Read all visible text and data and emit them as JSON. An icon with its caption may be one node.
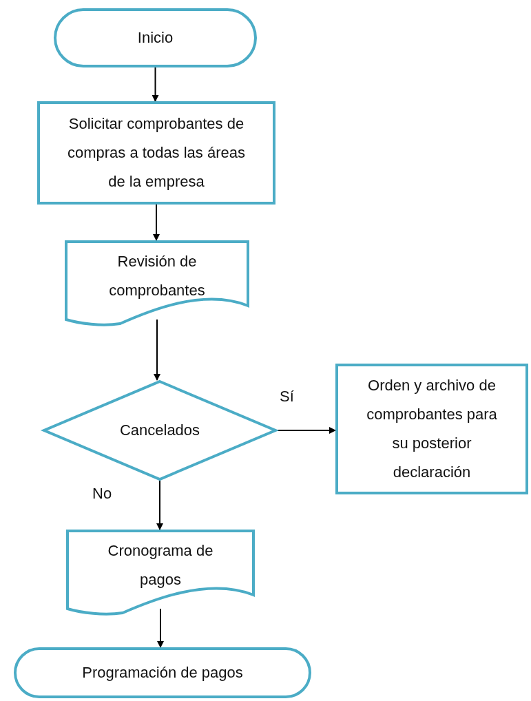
{
  "diagram": {
    "nodes": [
      {
        "text": [
          "Inicio"
        ]
      },
      {
        "text": [
          "Solicitar comprobantes de compras a todas las áreas de la empresa"
        ]
      },
      {
        "text": [
          "Revisión de comprobantes"
        ]
      },
      {
        "text": [
          "Cancelados"
        ]
      },
      {
        "text": [
          "Orden y archivo de comprobantes para su posterior declaración"
        ]
      },
      {
        "text": [
          "Cronograma de pagos"
        ]
      },
      {
        "text": [
          "Programación de pagos"
        ]
      }
    ],
    "edges": [
      {
        "from": 0,
        "to": 1,
        "arrow": "to"
      },
      {
        "from": 1,
        "to": 2,
        "arrow": "to"
      },
      {
        "from": 2,
        "to": 3,
        "arrow": "to"
      },
      {
        "from": 3,
        "to": 4,
        "arrow": "to",
        "label": "Sí"
      },
      {
        "from": 3,
        "to": 5,
        "arrow": "to",
        "label": "No"
      },
      {
        "from": 5,
        "to": 6,
        "arrow": "to"
      }
    ]
  }
}
